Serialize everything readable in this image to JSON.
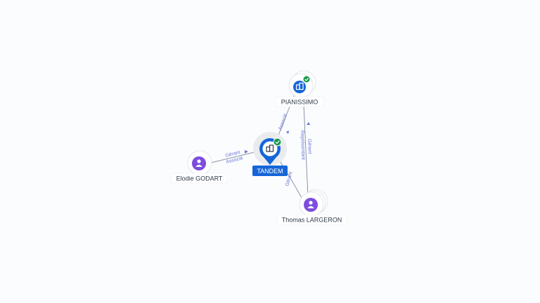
{
  "colors": {
    "company": "#1565d8",
    "person": "#7c4dde",
    "verified": "#1c9a4c",
    "edge": "#8a94a6",
    "edge_label": "#6b74d6"
  },
  "nodes": {
    "tandem": {
      "label": "TANDEM",
      "icon": "building-icon",
      "verified": true
    },
    "pianissimo": {
      "label": "PIANISSIMO",
      "icon": "building-icon",
      "verified": true
    },
    "elodie": {
      "label": "Elodie GODART",
      "icon": "person-icon"
    },
    "thomas": {
      "label": "Thomas LARGERON",
      "icon": "person-icon"
    }
  },
  "edges": {
    "elodie_tandem": {
      "line1": "Gérant",
      "line2": "Associé"
    },
    "tandem_pianissimo": {
      "line1": "Associé"
    },
    "thomas_tandem": {
      "line1": "Gérant"
    },
    "thomas_pianissimo": {
      "line1": "Gérant",
      "line2": "Représentant"
    }
  }
}
